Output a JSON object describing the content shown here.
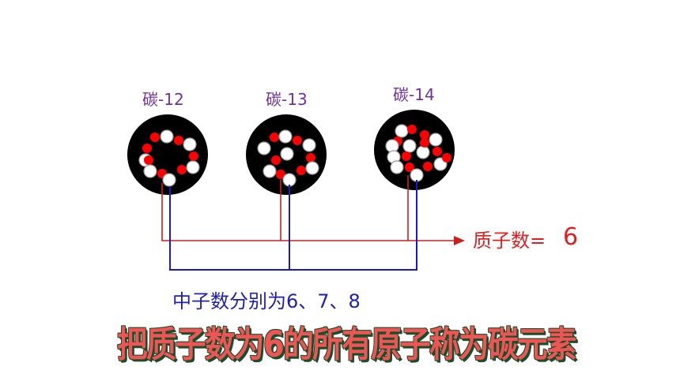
{
  "isotopes": [
    {
      "label": "碳-12",
      "protons": 6,
      "neutrons": 6
    },
    {
      "label": "碳-13",
      "protons": 6,
      "neutrons": 7
    },
    {
      "label": "碳-14",
      "protons": 6,
      "neutrons": 8
    }
  ],
  "proton_label": "质子数=",
  "proton_value": "6",
  "neutron_label": "中子数分别为6、7、8",
  "bottom_title": "把质子数为6的所有原子称为碳元素",
  "colors": {
    "proton": "#ff0000",
    "neutron": "#ffffff",
    "nucleus": "#000000",
    "proton_line": "#cc2020",
    "neutron_line": "#1a1acc",
    "isotope_label": "#7030a0"
  }
}
